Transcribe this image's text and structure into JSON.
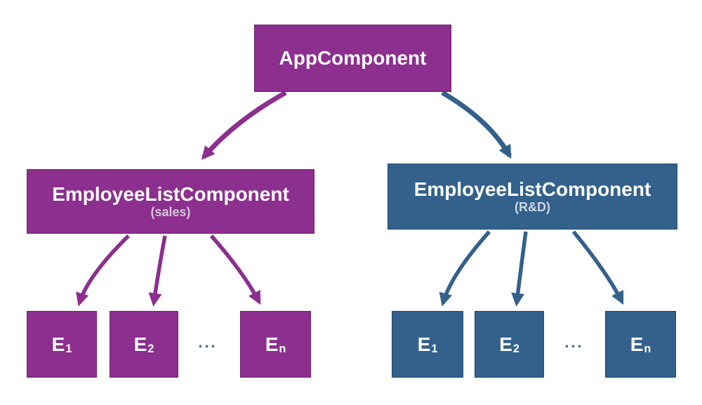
{
  "root": {
    "label": "AppComponent"
  },
  "left": {
    "title": "EmployeeListComponent",
    "subtitle": "(sales)",
    "children": [
      {
        "base": "E",
        "sub": "1"
      },
      {
        "base": "E",
        "sub": "2"
      },
      {
        "base": "E",
        "sub": "n"
      }
    ],
    "ellipsis": "..."
  },
  "right": {
    "title": "EmployeeListComponent",
    "subtitle": "(R&D)",
    "children": [
      {
        "base": "E",
        "sub": "1"
      },
      {
        "base": "E",
        "sub": "2"
      },
      {
        "base": "E",
        "sub": "n"
      }
    ],
    "ellipsis": "..."
  },
  "colors": {
    "purple": "#8c2f8e",
    "purple_border": "#6e2370",
    "blue": "#33618c",
    "blue_border": "#1e4769",
    "subtitle_sales": "#d8c8da",
    "subtitle_rd": "#ccd7e0",
    "ellipsis": "#47688e",
    "background": "#ffffff",
    "text": "#ffffff"
  }
}
